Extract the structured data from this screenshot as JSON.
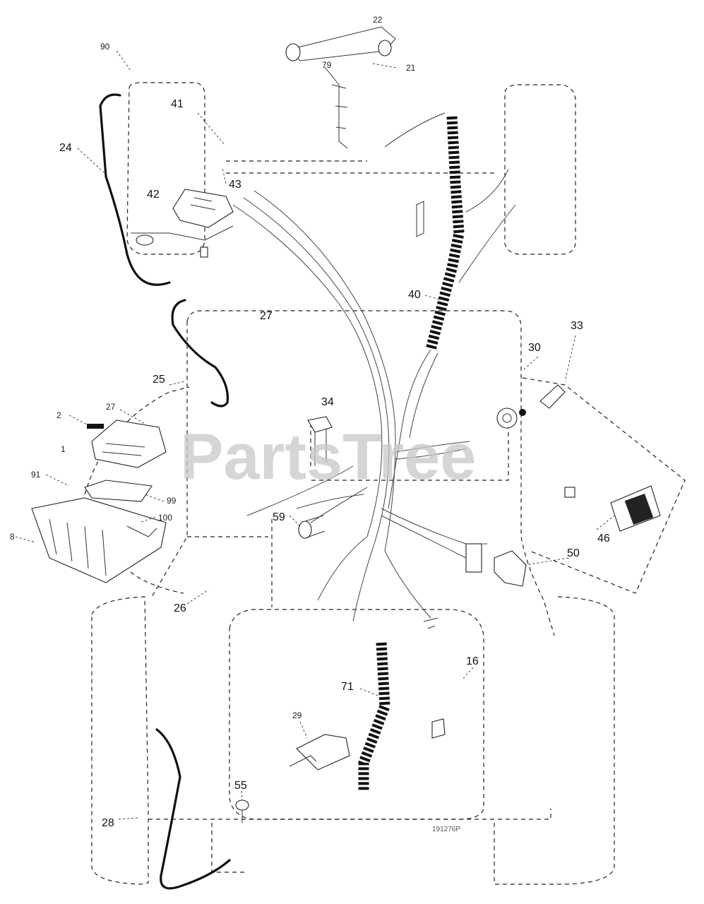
{
  "watermark": "PartsTree",
  "drawing_code": "191276P",
  "callouts": {
    "c90": "90",
    "c22": "22",
    "c79": "79",
    "c21": "21",
    "c41": "41",
    "c24": "24",
    "c42": "42",
    "c43": "43",
    "c40": "40",
    "c27a": "27",
    "c33": "33",
    "c30": "30",
    "c25": "25",
    "c27b": "27",
    "c2": "2",
    "c1": "1",
    "c34": "34",
    "c91": "91",
    "c99": "99",
    "c100": "100",
    "c59": "59",
    "c8": "8",
    "c46": "46",
    "c50": "50",
    "c26": "26",
    "c16": "16",
    "c71": "71",
    "c29": "29",
    "c55": "55",
    "c28": "28"
  }
}
